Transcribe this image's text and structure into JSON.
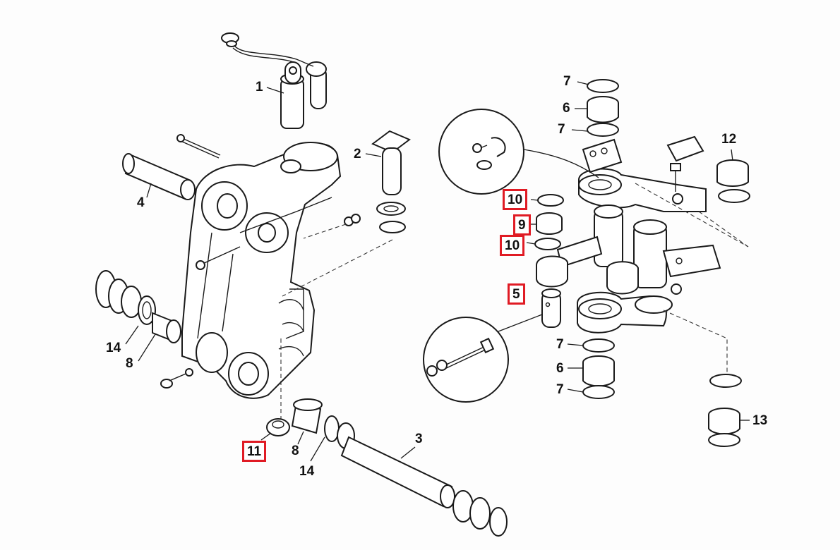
{
  "diagram": {
    "callouts": [
      {
        "id": "c1",
        "text": "1",
        "highlighted": false
      },
      {
        "id": "c2",
        "text": "2",
        "highlighted": false
      },
      {
        "id": "c3",
        "text": "3",
        "highlighted": false
      },
      {
        "id": "c4",
        "text": "4",
        "highlighted": false
      },
      {
        "id": "c5",
        "text": "5",
        "highlighted": true
      },
      {
        "id": "c6a",
        "text": "6",
        "highlighted": false
      },
      {
        "id": "c6b",
        "text": "6",
        "highlighted": false
      },
      {
        "id": "c7a",
        "text": "7",
        "highlighted": false
      },
      {
        "id": "c7b",
        "text": "7",
        "highlighted": false
      },
      {
        "id": "c7c",
        "text": "7",
        "highlighted": false
      },
      {
        "id": "c7d",
        "text": "7",
        "highlighted": false
      },
      {
        "id": "c8a",
        "text": "8",
        "highlighted": false
      },
      {
        "id": "c8b",
        "text": "8",
        "highlighted": false
      },
      {
        "id": "c9",
        "text": "9",
        "highlighted": true
      },
      {
        "id": "c10a",
        "text": "10",
        "highlighted": true
      },
      {
        "id": "c10b",
        "text": "10",
        "highlighted": true
      },
      {
        "id": "c11",
        "text": "11",
        "highlighted": true
      },
      {
        "id": "c12",
        "text": "12",
        "highlighted": false
      },
      {
        "id": "c13",
        "text": "13",
        "highlighted": false
      },
      {
        "id": "c14a",
        "text": "14",
        "highlighted": false
      },
      {
        "id": "c14b",
        "text": "14",
        "highlighted": false
      }
    ],
    "colors": {
      "line": "#1a1a1a",
      "highlight_box": "#e01b24",
      "background": "#fdfdfd"
    }
  }
}
